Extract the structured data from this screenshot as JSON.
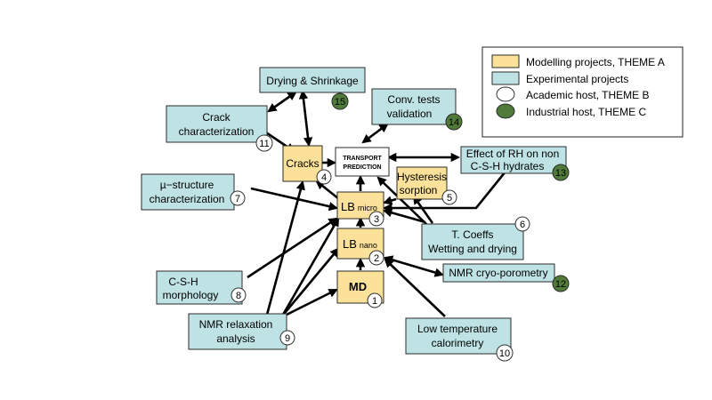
{
  "colors": {
    "modelling": "#fbe19a",
    "experimental": "#bfe3e5",
    "academic": "#ffffff",
    "industrial": "#4f7a3a"
  },
  "legend": {
    "modelling": "Modelling projects, THEME A",
    "experimental": "Experimental projects",
    "academic": "Academic host, THEME B",
    "industrial": "Industrial host, THEME C"
  },
  "nodes": {
    "drying": {
      "line1": "Drying & Shrinkage",
      "badge": "15"
    },
    "crack_char": {
      "line1": "Crack",
      "line2": "characterization",
      "badge": "11"
    },
    "conv_tests": {
      "line1": "Conv. tests",
      "line2": "validation",
      "badge": "14"
    },
    "cracks": {
      "line1": "Cracks",
      "badge": "4"
    },
    "transport": {
      "line1": "TRANSPORT",
      "line2": "PREDICTION"
    },
    "effect_rh": {
      "line1": "Effect of RH on non",
      "line2": "C-S-H hydrates",
      "badge": "13"
    },
    "hysteresis": {
      "line1": "Hysteresis",
      "line2": "sorption",
      "badge": "5"
    },
    "microstructure": {
      "line1": "µ−structure",
      "line2": "characterization",
      "badge": "7"
    },
    "lb_micro": {
      "main": "LB",
      "sub": "micro",
      "badge": "3"
    },
    "tcoeffs": {
      "line1": "T. Coeffs",
      "line2": "Wetting and drying",
      "badge": "6"
    },
    "lb_nano": {
      "main": "LB",
      "sub": "nano",
      "badge": "2"
    },
    "nmr_cryo": {
      "line1": "NMR cryo-porometry",
      "badge": "12"
    },
    "csh": {
      "line1": "C-S-H",
      "line2": "morphology",
      "badge": "8"
    },
    "md": {
      "line1": "MD",
      "badge": "1"
    },
    "nmr_relax": {
      "line1": "NMR relaxation",
      "line2": "analysis",
      "badge": "9"
    },
    "low_temp": {
      "line1": "Low temperature",
      "line2": "calorimetry",
      "badge": "10"
    }
  }
}
